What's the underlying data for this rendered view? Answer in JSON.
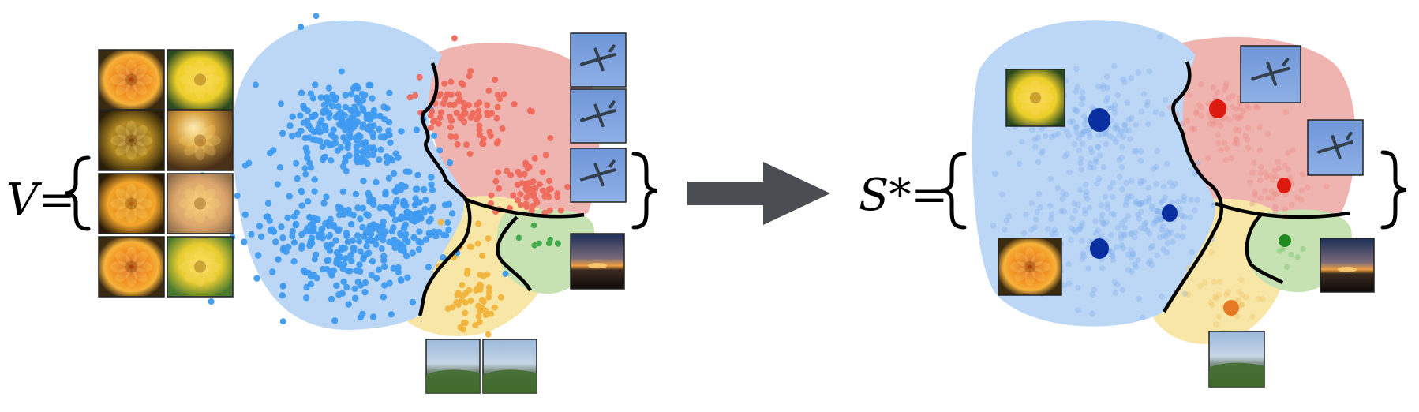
{
  "left_set": {
    "label": "V=",
    "thumbnails": [
      {
        "name": "orange-marigold",
        "class": "flower"
      },
      {
        "name": "yellow-daffodil",
        "class": "flower"
      },
      {
        "name": "dark-yellow-chrysanthemum",
        "class": "flower"
      },
      {
        "name": "backlit-yellow-flower",
        "class": "flower"
      },
      {
        "name": "orange-ranunculus",
        "class": "flower"
      },
      {
        "name": "blurry-pale-flower",
        "class": "flower"
      },
      {
        "name": "orange-marigold-2",
        "class": "flower"
      },
      {
        "name": "yellow-buttercup",
        "class": "flower"
      },
      {
        "name": "airplane-1",
        "class": "airplane"
      },
      {
        "name": "airplane-2",
        "class": "airplane"
      },
      {
        "name": "airplane-3",
        "class": "airplane"
      },
      {
        "name": "sunset",
        "class": "sunset"
      },
      {
        "name": "landscape-1",
        "class": "landscape"
      },
      {
        "name": "landscape-2",
        "class": "landscape"
      }
    ]
  },
  "right_set": {
    "label": "S*=",
    "thumbnails": [
      {
        "name": "yellow-daffodil",
        "class": "flower"
      },
      {
        "name": "orange-marigold",
        "class": "flower"
      },
      {
        "name": "airplane-1",
        "class": "airplane"
      },
      {
        "name": "airplane-2",
        "class": "airplane"
      },
      {
        "name": "sunset",
        "class": "sunset"
      },
      {
        "name": "landscape",
        "class": "landscape"
      }
    ]
  },
  "arrow": {
    "icon": "right-arrow-icon"
  },
  "colors": {
    "flower_region": "#bcd6f5",
    "airplane_region": "#f0b4b0",
    "landscape_region": "#f8e6a6",
    "sunset_region": "#c6e2b2",
    "flower_points": "#3f9bf0",
    "airplane_points": "#ef6a5c",
    "landscape_points": "#f1b43a",
    "sunset_points": "#3fa84a",
    "flower_selected": "#0a2fa0",
    "airplane_selected": "#dd1a10",
    "landscape_selected": "#e57a22",
    "sunset_selected": "#1f8a1f",
    "arrow": "#4a4d52",
    "boundary": "#000000"
  }
}
